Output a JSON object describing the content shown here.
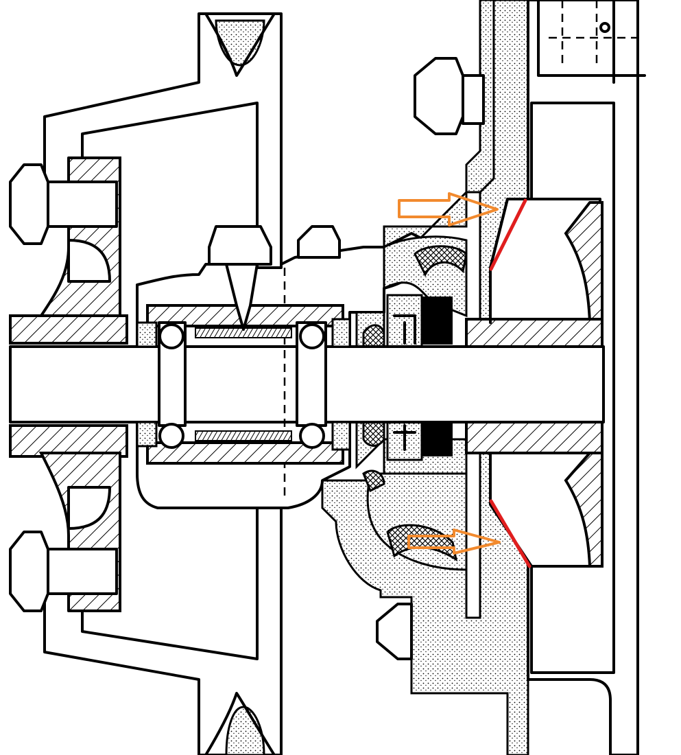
{
  "figure": {
    "kind": "water pump cross-section line drawing",
    "colors": {
      "ink": "#000000",
      "paper": "#ffffff",
      "arrow": "#f28a2e",
      "highlight": "#e01e1e"
    },
    "annotations": {
      "arrows": [
        "orange-arrow-upper",
        "orange-arrow-lower"
      ],
      "highlights": [
        "red-edge-upper",
        "red-edge-lower"
      ]
    }
  }
}
